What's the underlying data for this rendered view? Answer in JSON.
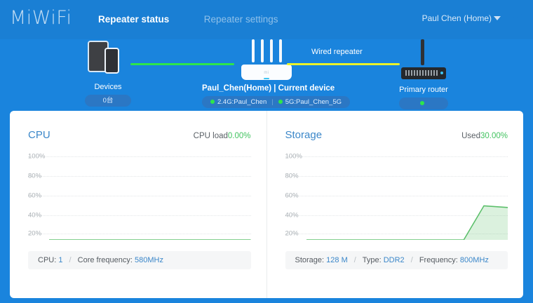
{
  "header": {
    "logo": "MiWiFi",
    "nav": [
      {
        "label": "Repeater status",
        "active": true
      },
      {
        "label": "Repeater settings",
        "active": false
      }
    ],
    "user": "Paul  Chen (Home)",
    "chevron_icon": "chevron-down-icon",
    "mail_icon": "envelope-icon"
  },
  "topology": {
    "devices": {
      "label": "Devices",
      "badge": "0台",
      "icon": "devices-tablet-phone-icon"
    },
    "router": {
      "label": "Paul_Chen(Home) | Current device",
      "icon": "mi-router-icon",
      "ssid_24": "2.4G:Paul_Chen",
      "ssid_5": "5G:Paul_Chen_5G"
    },
    "primary": {
      "label": "Primary router",
      "icon": "router-icon",
      "badge": ""
    },
    "links": {
      "client_link_color": "#2ee64a",
      "uplink_label": "Wired repeater",
      "uplink_color": "#e9f22a"
    }
  },
  "panels": [
    {
      "title": "CPU",
      "metric_label": "CPU load",
      "metric_value": "0.00%",
      "footer": [
        {
          "label": "CPU:",
          "value": "1"
        },
        {
          "label": "Core frequency:",
          "value": "580MHz"
        }
      ]
    },
    {
      "title": "Storage",
      "metric_label": "Used",
      "metric_value": "30.00%",
      "footer": [
        {
          "label": "Storage:",
          "value": "128 M"
        },
        {
          "label": "Type:",
          "value": "DDR2"
        },
        {
          "label": "Frequency:",
          "value": "800MHz"
        }
      ]
    }
  ],
  "chart_data": [
    {
      "type": "area",
      "title": "CPU",
      "ylabel": "",
      "xlabel": "",
      "ylim": [
        0,
        110
      ],
      "yticks": [
        20,
        40,
        60,
        80,
        100
      ],
      "ytick_labels": [
        "20%",
        "40%",
        "60%",
        "80%",
        "100%"
      ],
      "grid": true,
      "legend": "none",
      "series": [
        {
          "name": "CPU load",
          "color": "#5bbf6a",
          "x": [
            0,
            10,
            20,
            30,
            40,
            50,
            60,
            70,
            80,
            90,
            100
          ],
          "values": [
            0,
            0,
            0,
            0,
            0,
            0,
            0,
            0,
            0,
            0,
            0
          ]
        }
      ]
    },
    {
      "type": "area",
      "title": "Storage",
      "ylabel": "",
      "xlabel": "",
      "ylim": [
        0,
        110
      ],
      "yticks": [
        20,
        40,
        60,
        80,
        100
      ],
      "ytick_labels": [
        "20%",
        "40%",
        "60%",
        "80%",
        "100%"
      ],
      "grid": true,
      "legend": "none",
      "series": [
        {
          "name": "Used",
          "color": "#5bbf6a",
          "x": [
            0,
            10,
            20,
            30,
            40,
            50,
            60,
            70,
            78,
            88,
            100
          ],
          "values": [
            0,
            0,
            0,
            0,
            0,
            0,
            0,
            0,
            0,
            42,
            40
          ]
        }
      ]
    }
  ]
}
